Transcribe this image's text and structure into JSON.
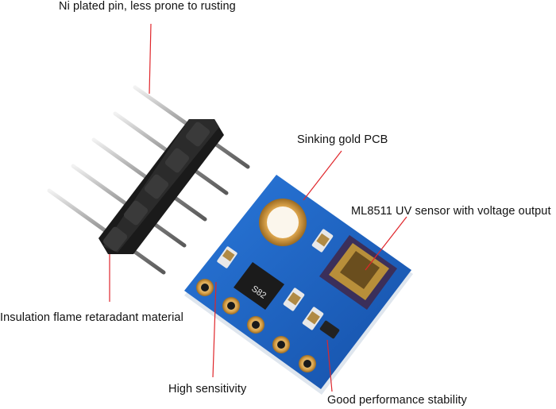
{
  "callouts": {
    "pin": "Ni plated pin, less prone to rusting",
    "pcb": "Sinking gold PCB",
    "sensor": "ML8511 UV sensor with voltage output",
    "insulation": "Insulation flame retaradant material",
    "sensitivity": "High sensitivity",
    "stability": "Good performance stability"
  },
  "board": {
    "ic_marking": "S82"
  },
  "colors": {
    "callout_line": "#e0262b",
    "pcb_blue": "#1c63c4",
    "pad_gold": "#d9a24a",
    "header_black": "#1a1a1a"
  }
}
